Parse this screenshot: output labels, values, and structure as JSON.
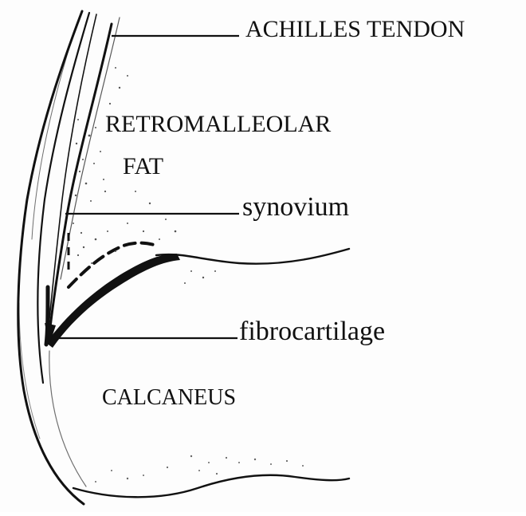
{
  "labels": {
    "achilles_tendon": "ACHILLES TENDON",
    "retromalleolar": "RETROMALLEOLAR",
    "fat": "FAT",
    "synovium": "synovium",
    "fibrocartilage": "fibrocartilage",
    "calcaneus": "CALCANEUS"
  },
  "colors": {
    "ink": "#111111",
    "background": "#fdfdfd",
    "stipple": "#555555"
  }
}
